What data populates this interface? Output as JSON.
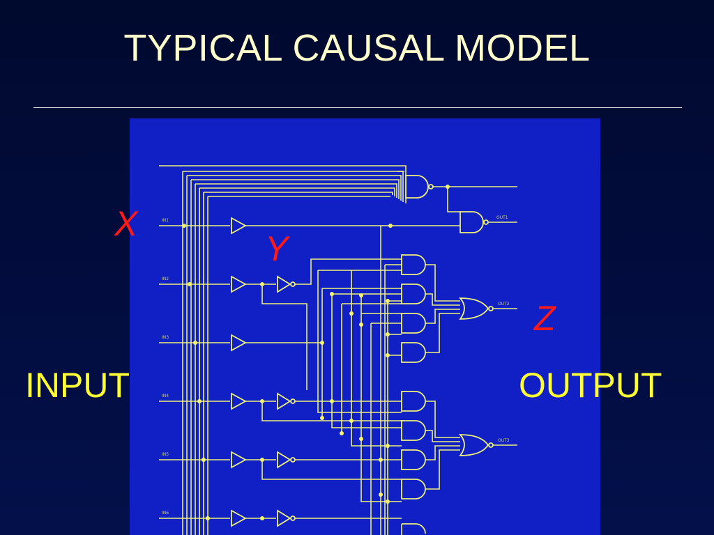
{
  "slide": {
    "title": "TYPICAL CAUSAL MODEL"
  },
  "labels": {
    "x": "X",
    "y": "Y",
    "z": "Z",
    "input": "INPUT",
    "output": "OUTPUT"
  },
  "colors": {
    "background": "#020c3d",
    "title": "#ffffcc",
    "panel": "#1020c4",
    "wire": "#eef27a",
    "variable_label": "#ff1a1a",
    "io_label": "#ffff33"
  },
  "diagram": {
    "type": "logic-circuit",
    "components": [
      "and-gate",
      "nand-gate",
      "buffer",
      "inverter",
      "nor-gate"
    ]
  }
}
